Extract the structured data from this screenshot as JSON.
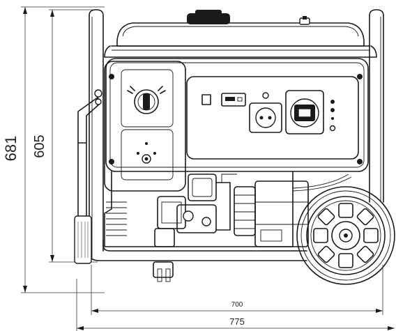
{
  "dimensions": {
    "overall_height": "681",
    "frame_height": "605",
    "frame_width": "700",
    "overall_width": "775"
  },
  "colors": {
    "line": "#1a1a1a",
    "background": "#ffffff"
  },
  "icons": {
    "selector": "engine-switch-knob-icon",
    "outlet_round": "schuko-outlet-icon",
    "outlet_square": "industrial-outlet-icon",
    "meter": "hour-meter-icon"
  }
}
